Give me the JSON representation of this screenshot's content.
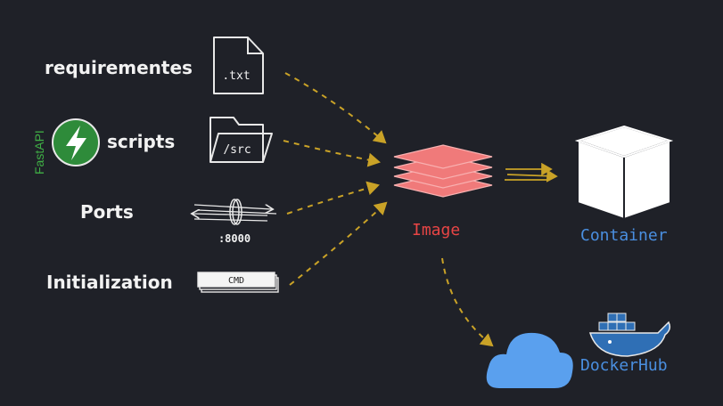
{
  "inputs": {
    "requirements": "requirementes",
    "scripts": "scripts",
    "ports": "Ports",
    "initialization": "Initialization"
  },
  "icons": {
    "txt_file": ".txt",
    "src_folder": "/src",
    "port_number": ":8000",
    "cmd": "CMD",
    "fastapi": "FastAPI"
  },
  "nodes": {
    "image": "Image",
    "container": "Container",
    "dockerhub": "DockerHub"
  },
  "colors": {
    "background": "#1f2128",
    "arrow": "#c9a227",
    "image_layers": "#f07a7a",
    "image_label": "#e84545",
    "blue_label": "#4a8fe0",
    "cloud": "#5aa0ee",
    "fastapi": "#3fae45"
  }
}
